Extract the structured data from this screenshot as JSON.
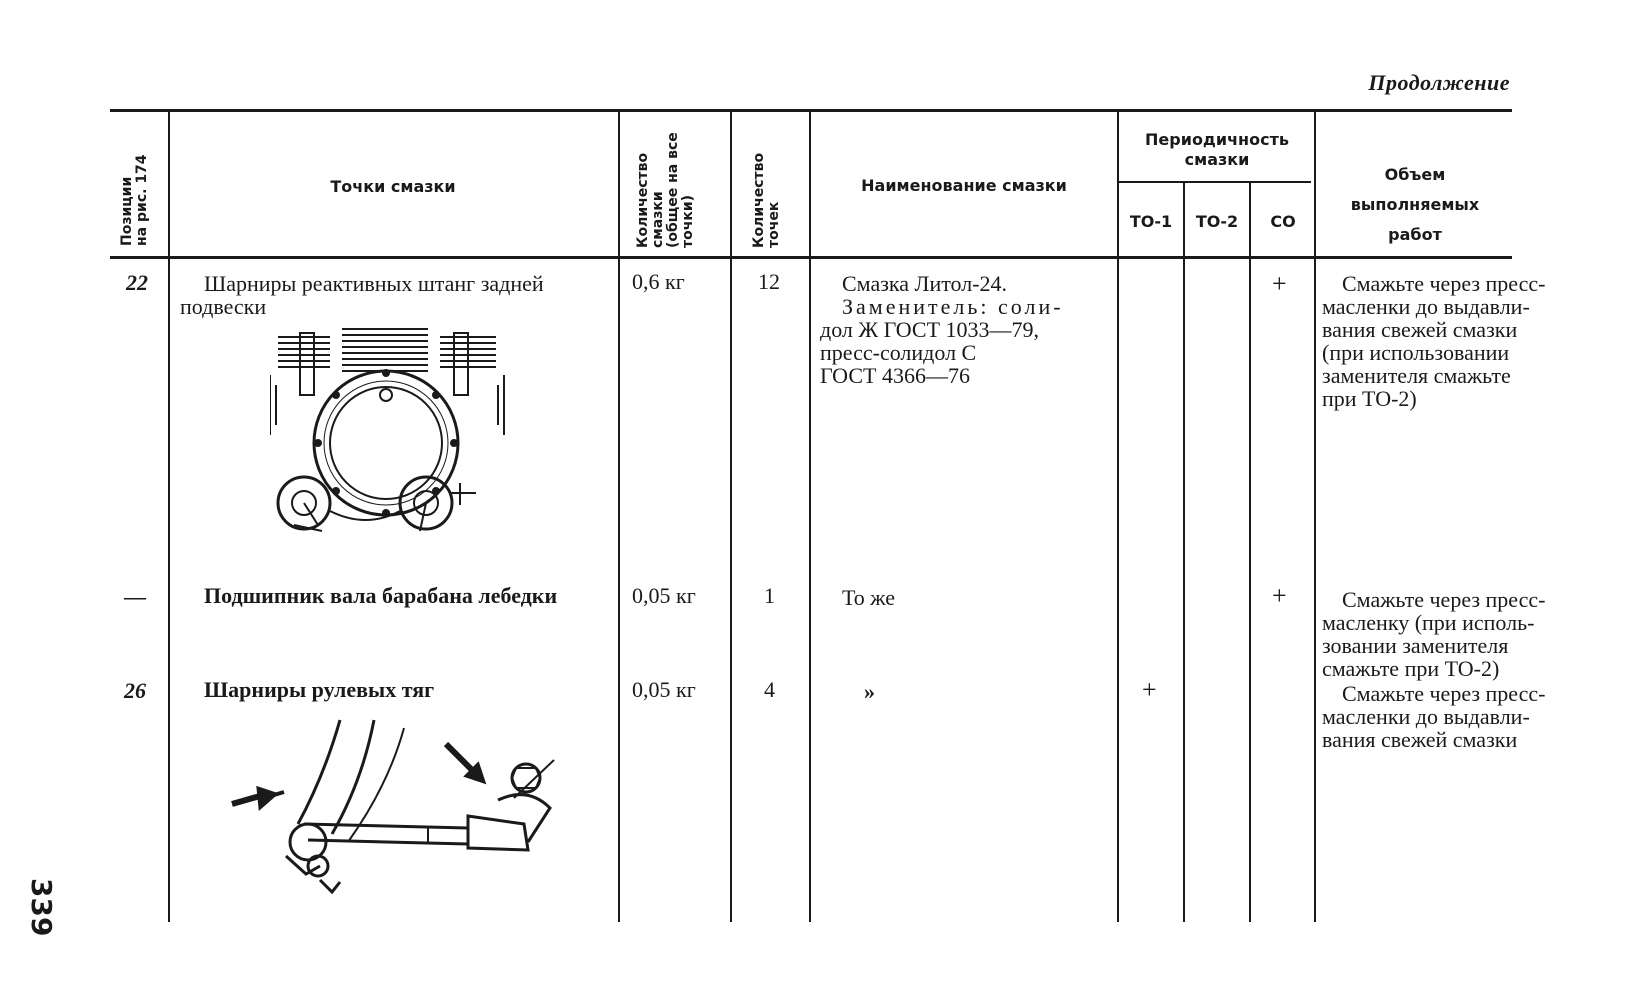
{
  "header": {
    "continuation": "Продолжение"
  },
  "table": {
    "columns": {
      "position": "Позиции\nна рис. 174",
      "points": "Точки смазки",
      "amount": "Количество\nсмазки\n(общее на все\nточки)",
      "count": "Количество\nточек",
      "lubricant": "Наименование смазки",
      "periodicity": "Периодичность\nсмазки",
      "to1": "ТО-1",
      "to2": "ТО-2",
      "co": "СО",
      "work": "Объем выполняемых\nработ"
    },
    "rows": [
      {
        "position": "22",
        "points_line1": "Шарниры реактивных штанг задней",
        "points_line2": "подвески",
        "amount": "0,6 кг",
        "count": "12",
        "lubricant_line1": "Смазка Литол-24.",
        "lubricant_line2": "Заменитель: соли-",
        "lubricant_line3": "дол Ж ГОСТ 1033—79,",
        "lubricant_line4": "пресс-солидол С",
        "lubricant_line5": "ГОСТ 4366—76",
        "to1": "",
        "to2": "",
        "co": "+",
        "work_line1": "Смажьте через пресс-",
        "work_line2": "масленки до выдавли-",
        "work_line3": "вания свежей смазки",
        "work_line4": "(при использовании",
        "work_line5": "заменителя смажьте",
        "work_line6": "при ТО-2)"
      },
      {
        "position": "—",
        "points": "Подшипник вала барабана лебедки",
        "amount": "0,05 кг",
        "count": "1",
        "lubricant": "То же",
        "to1": "",
        "to2": "",
        "co": "+",
        "work_line1": "Смажьте через пресс-",
        "work_line2": "масленку (при исполь-",
        "work_line3": "зовании заменителя",
        "work_line4": "смажьте при ТО-2)"
      },
      {
        "position": "26",
        "points": "Шарниры рулевых тяг",
        "amount": "0,05 кг",
        "count": "4",
        "lubricant": "»",
        "to1": "+",
        "to2": "",
        "co": "",
        "work_line1": "Смажьте через пресс-",
        "work_line2": "масленки до выдавли-",
        "work_line3": "вания свежей смазки"
      }
    ]
  },
  "page_number": "339"
}
